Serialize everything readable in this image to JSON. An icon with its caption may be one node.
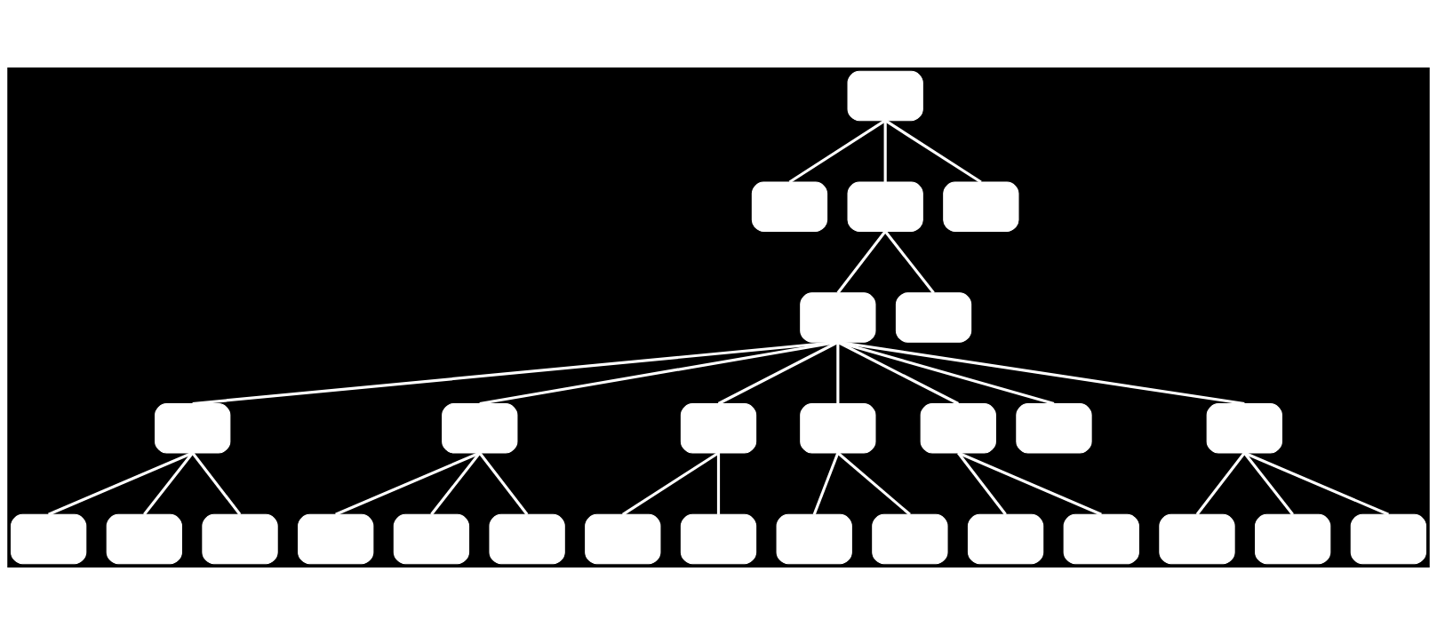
{
  "diagram": {
    "nodes": [
      {
        "text": [],
        "shape": "box"
      },
      {
        "text": [],
        "shape": "box"
      },
      {
        "text": [],
        "shape": "box"
      },
      {
        "text": [],
        "shape": "box"
      },
      {
        "text": [],
        "shape": "box"
      },
      {
        "text": [],
        "shape": "box"
      },
      {
        "text": [],
        "shape": "box"
      },
      {
        "text": [],
        "shape": "box"
      },
      {
        "text": [],
        "shape": "box"
      },
      {
        "text": [],
        "shape": "box"
      },
      {
        "text": [],
        "shape": "box"
      },
      {
        "text": [],
        "shape": "box"
      },
      {
        "text": [],
        "shape": "box"
      },
      {
        "text": [],
        "shape": "box"
      },
      {
        "text": [],
        "shape": "box"
      },
      {
        "text": [],
        "shape": "box"
      },
      {
        "text": [],
        "shape": "box"
      },
      {
        "text": [],
        "shape": "box"
      },
      {
        "text": [],
        "shape": "box"
      },
      {
        "text": [],
        "shape": "box"
      },
      {
        "text": [],
        "shape": "box"
      },
      {
        "text": [],
        "shape": "box"
      },
      {
        "text": [],
        "shape": "box"
      },
      {
        "text": [],
        "shape": "box"
      },
      {
        "text": [],
        "shape": "box"
      },
      {
        "text": [],
        "shape": "box"
      },
      {
        "text": [],
        "shape": "box"
      },
      {
        "text": [],
        "shape": "box"
      }
    ],
    "edges": [
      {
        "from": 0,
        "to": 1,
        "arrow": "none"
      },
      {
        "from": 0,
        "to": 2,
        "arrow": "none"
      },
      {
        "from": 0,
        "to": 3,
        "arrow": "none"
      },
      {
        "from": 2,
        "to": 4,
        "arrow": "none"
      },
      {
        "from": 2,
        "to": 5,
        "arrow": "none"
      },
      {
        "from": 4,
        "to": 6,
        "arrow": "none"
      },
      {
        "from": 4,
        "to": 7,
        "arrow": "none"
      },
      {
        "from": 4,
        "to": 8,
        "arrow": "none"
      },
      {
        "from": 4,
        "to": 9,
        "arrow": "none"
      },
      {
        "from": 4,
        "to": 10,
        "arrow": "none"
      },
      {
        "from": 4,
        "to": 11,
        "arrow": "none"
      },
      {
        "from": 4,
        "to": 12,
        "arrow": "none"
      },
      {
        "from": 6,
        "to": 13,
        "arrow": "none"
      },
      {
        "from": 6,
        "to": 14,
        "arrow": "none"
      },
      {
        "from": 6,
        "to": 15,
        "arrow": "none"
      },
      {
        "from": 7,
        "to": 16,
        "arrow": "none"
      },
      {
        "from": 7,
        "to": 17,
        "arrow": "none"
      },
      {
        "from": 7,
        "to": 18,
        "arrow": "none"
      },
      {
        "from": 8,
        "to": 19,
        "arrow": "none"
      },
      {
        "from": 8,
        "to": 20,
        "arrow": "none"
      },
      {
        "from": 9,
        "to": 21,
        "arrow": "none"
      },
      {
        "from": 9,
        "to": 22,
        "arrow": "none"
      },
      {
        "from": 10,
        "to": 23,
        "arrow": "none"
      },
      {
        "from": 10,
        "to": 24,
        "arrow": "none"
      },
      {
        "from": 12,
        "to": 25,
        "arrow": "none"
      },
      {
        "from": 12,
        "to": 26,
        "arrow": "none"
      },
      {
        "from": 12,
        "to": 27,
        "arrow": "none"
      }
    ]
  }
}
